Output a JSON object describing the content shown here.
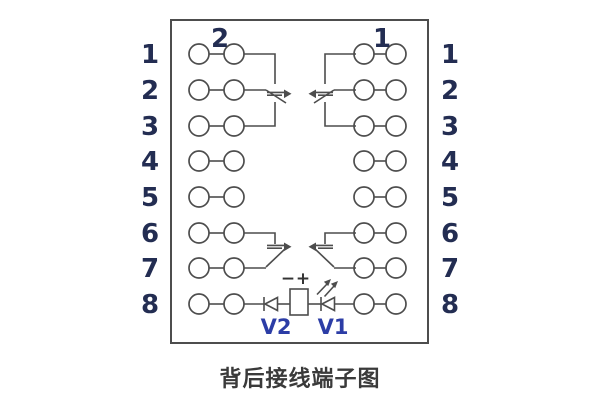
{
  "figure": {
    "caption": "背后接线端子图"
  },
  "terminal_block": {
    "left_group_label": "2",
    "right_group_label": "1",
    "left_terminal_numbers": [
      "1",
      "2",
      "3",
      "4",
      "5",
      "6",
      "7",
      "8"
    ],
    "right_terminal_numbers": [
      "1",
      "2",
      "3",
      "4",
      "5",
      "6",
      "7",
      "8"
    ],
    "polarity": {
      "minus": "−",
      "plus": "+"
    },
    "components": {
      "diode_label": "V2",
      "led_label": "V1"
    }
  },
  "colors": {
    "line": "#4d4d4d",
    "numeral": "#232d52",
    "component_label": "#2c3da6",
    "polarity": "#333333",
    "caption": "#3a3a3a",
    "background": "#ffffff"
  }
}
